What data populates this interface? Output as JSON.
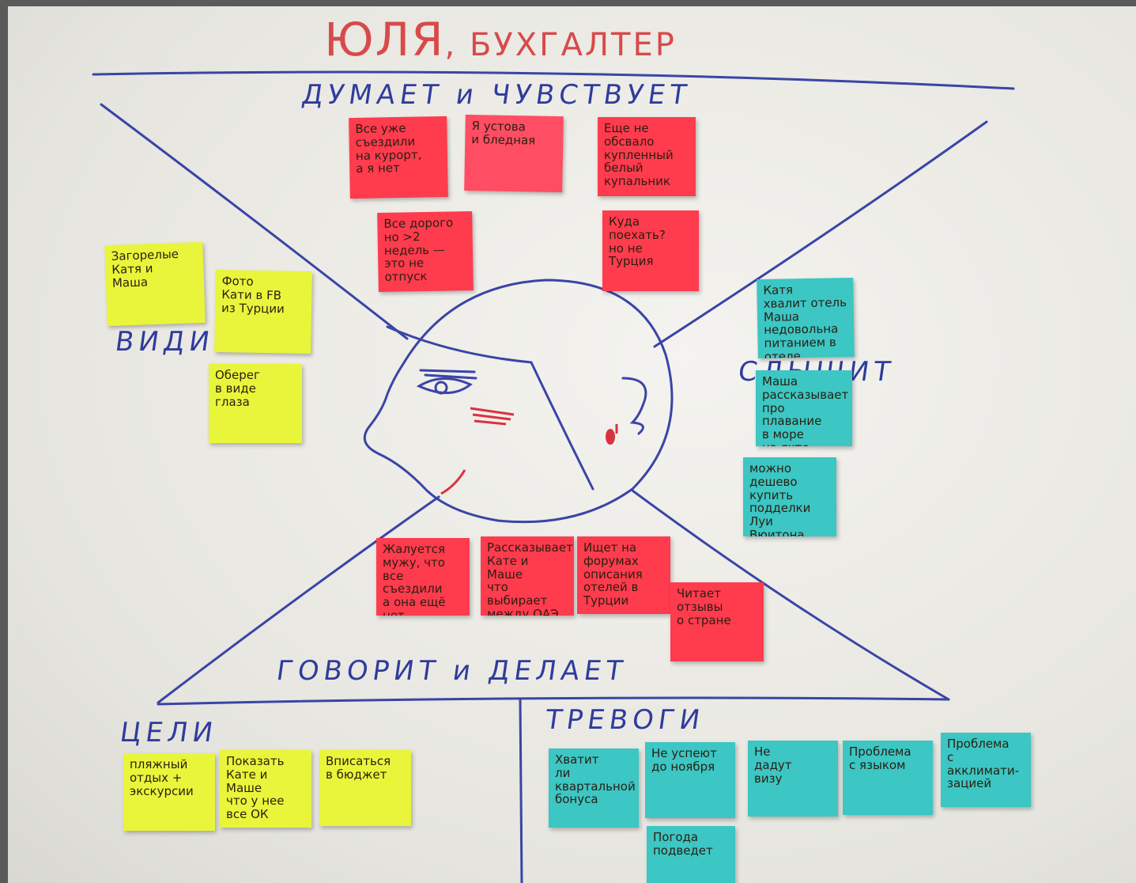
{
  "title": {
    "name": "ЮЛЯ",
    "role": ", БУХГАЛТЕР"
  },
  "sections": {
    "thinks": "ДУМАЕТ и ЧУВСТВУЕТ",
    "sees": "ВИДИ",
    "hears": "СЛЫШИТ",
    "says": "ГОВОРИТ и ДЕЛАЕТ",
    "goals": "ЦЕЛИ",
    "worries": "ТРЕВОГИ"
  },
  "notes": {
    "think_1": "Все уже\nсъездили\nна курорт,\nа я нет",
    "think_2": "Я устова\nи бледная",
    "think_3": "Еще не\nобсвало\nкупленный\nбелый\nкупальник",
    "think_4": "Все дорого\nно >2\nнедель —\nэто не\nотпуск",
    "think_5": "Куда\nпоехать?\nно не\nТурция",
    "see_1": "Загорелые\nКатя и\nМаша",
    "see_2": "Фото\nКати в FB\nиз Турции",
    "see_3": "Оберег\nв виде\nглаза",
    "hear_1": "Катя\nхвалит отель\nМаша\nнедовольна\nпитанием в\nотеле",
    "hear_2": "Маша\nрассказывает\nпро плавание\nв море\nна яхте",
    "hear_3": "можно\nдешево\nкупить\nподделки\nЛуи Вюитона",
    "say_1": "Жалуется\nмужу, что\nвсе съездили\nа она ещё\nнет",
    "say_2": "Рассказывает\nКате и Маше\nчто выбирает\nмежду ОАЭ\nи Мальдивами",
    "say_3": "Ищет на\nфорумах\nописания\nотелей в\nТурции",
    "say_4": "Читает\nотзывы\nо стране",
    "goal_1": "пляжный\nотдых +\nэкскурсии",
    "goal_2": "Показать\nКате и Маше\nчто у нее\nвсе ОК",
    "goal_3": "Вписаться\nв бюджет",
    "worry_1": "Хватит\nли\nквартальной\nбонуса",
    "worry_2": "Не успеют\nдо ноября",
    "worry_3": "Не\nдадут\nвизу",
    "worry_4": "Проблема\nс языком",
    "worry_5": "Проблема\nс\nакклимати-\nзацией",
    "worry_6": "Погода\nподведет"
  },
  "colors": {
    "ink": "#2f3c9c",
    "title": "#d84a4a",
    "red_note": "#ff3b4e",
    "yellow_note": "#e9f53a",
    "teal_note": "#3cc6c4"
  }
}
